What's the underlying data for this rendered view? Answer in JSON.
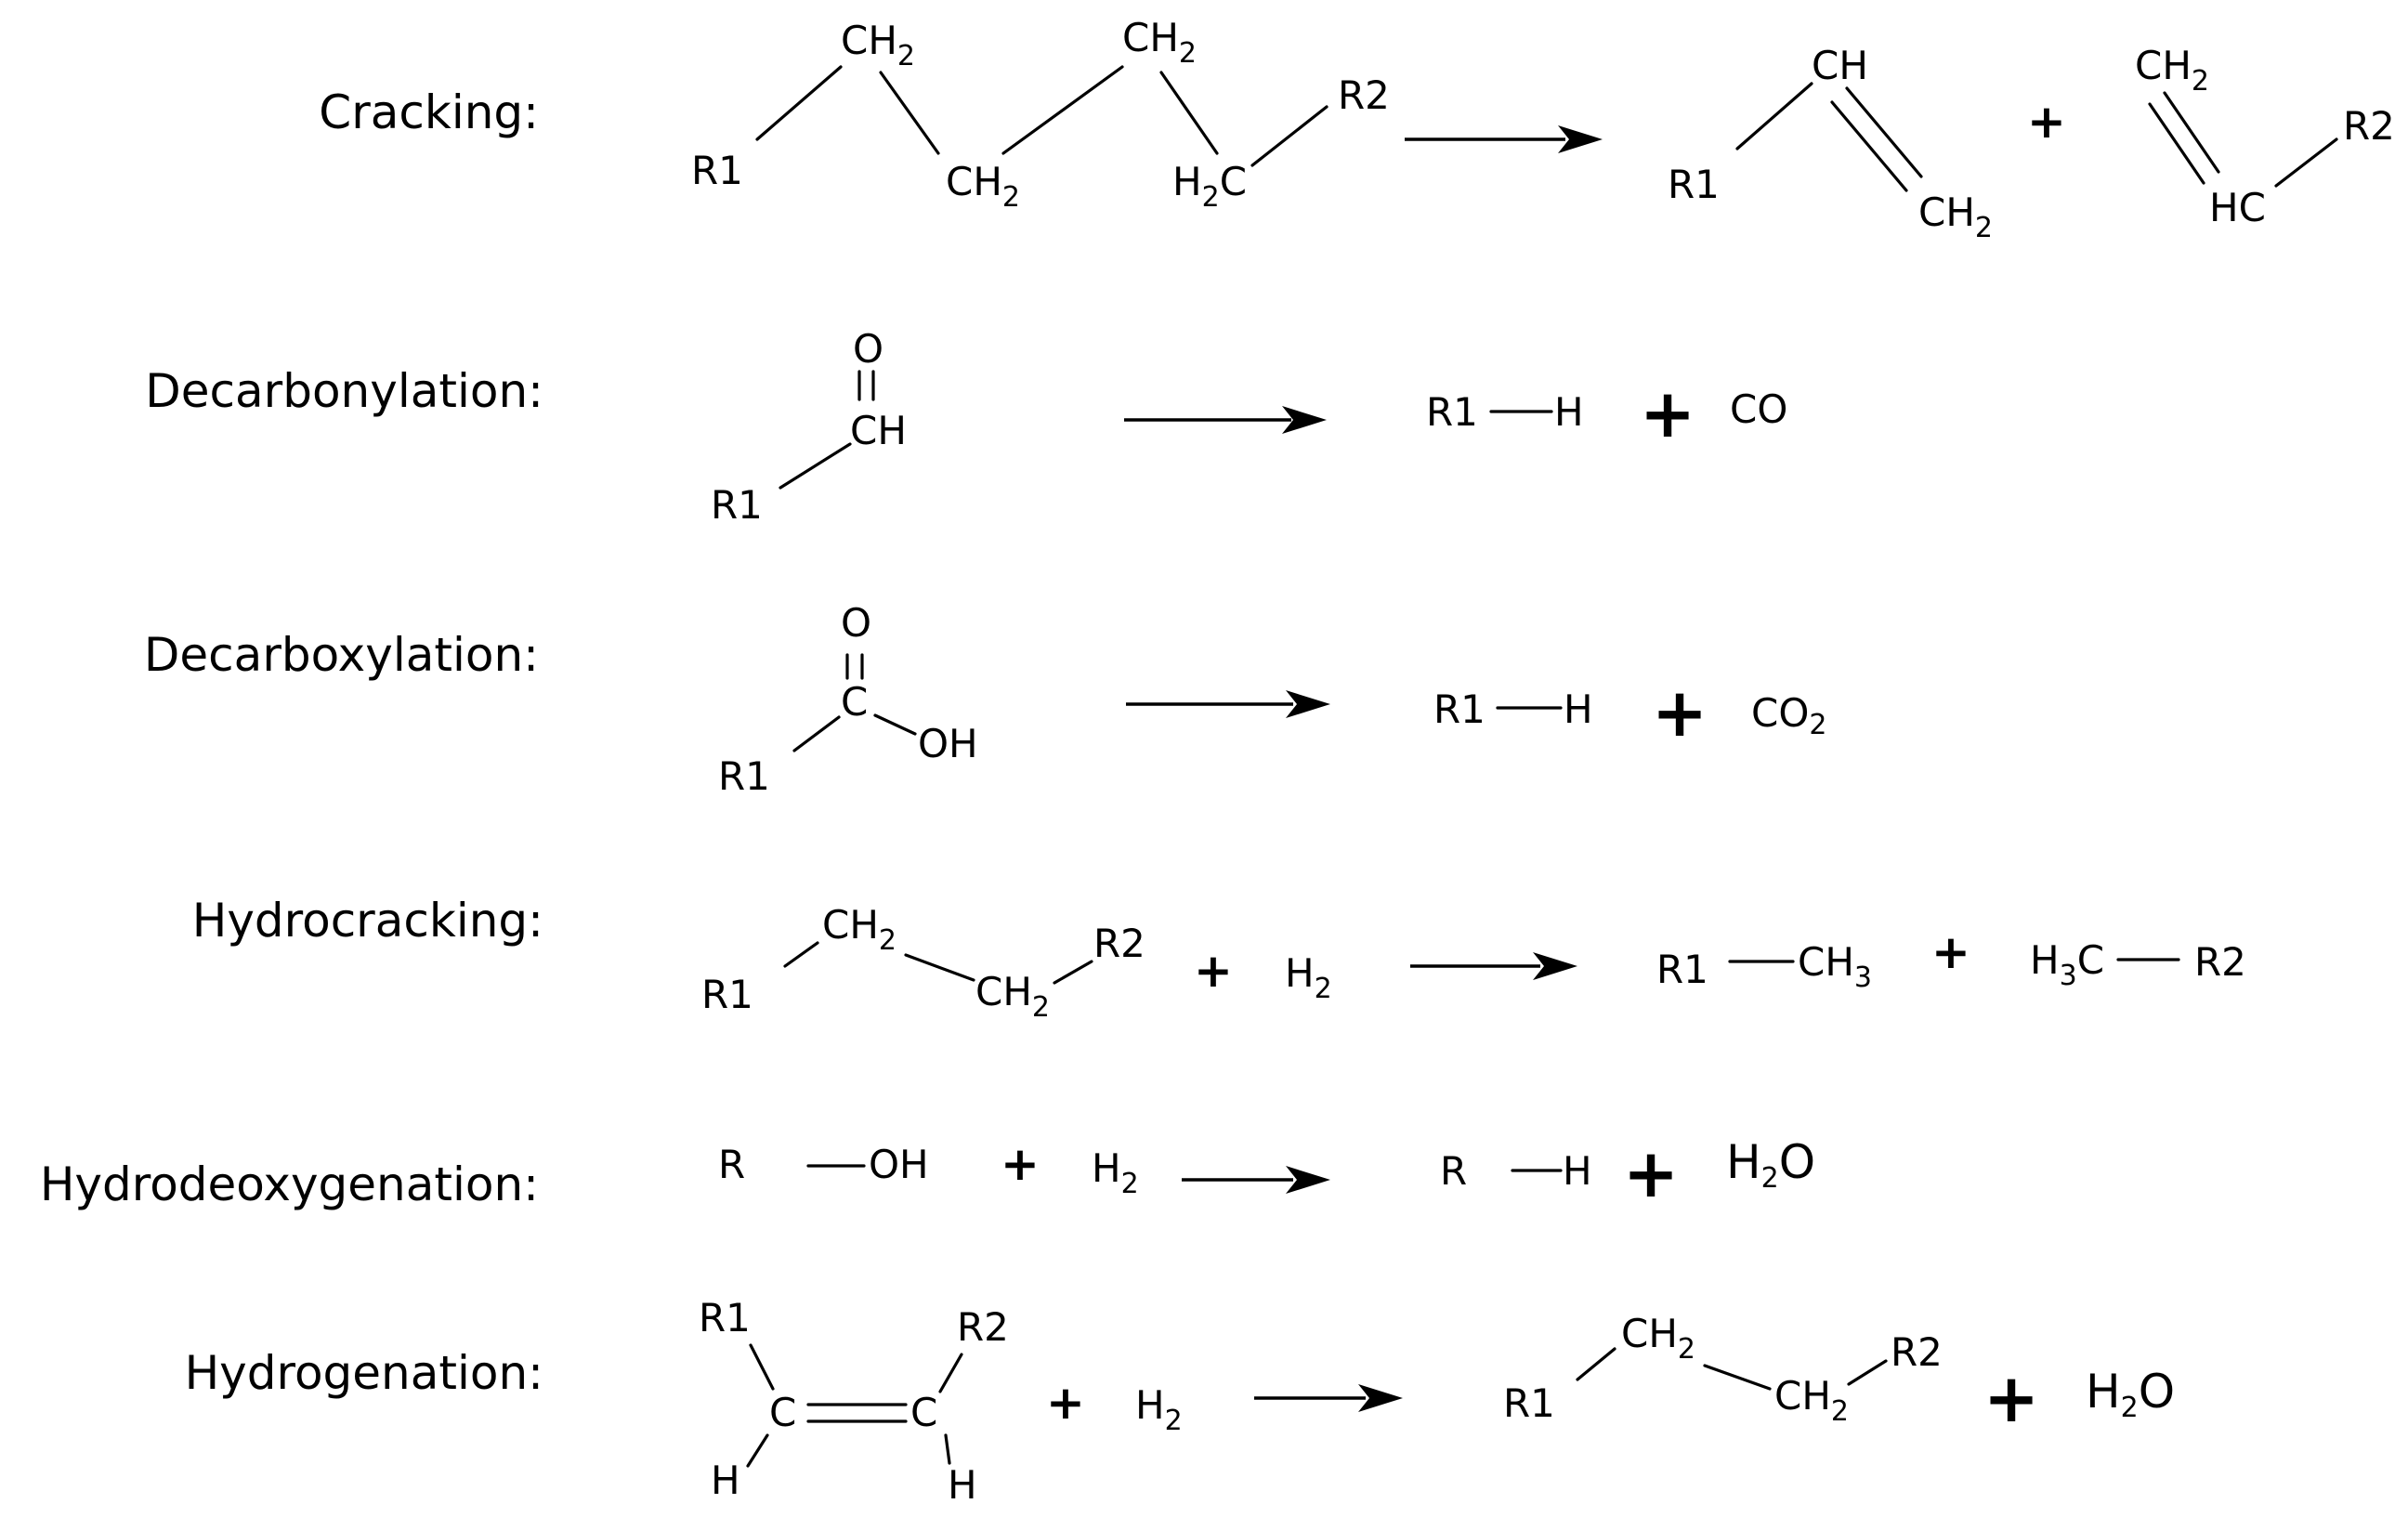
{
  "reactions": {
    "cracking": {
      "label": "Cracking:",
      "r1": "R1",
      "r2": "R2",
      "ch2_a": "CH",
      "ch2_a_sub": "2",
      "ch2_b": "CH",
      "ch2_b_sub": "2",
      "ch2_c": "CH",
      "ch2_c_sub": "2",
      "h2c": "H",
      "h2c_sub": "2",
      "h2c_c": "C",
      "p1_r1": "R1",
      "p1_ch": "CH",
      "p1_ch2": "CH",
      "p1_ch2_sub": "2",
      "plus": "+",
      "p2_ch2": "CH",
      "p2_ch2_sub": "2",
      "p2_hc": "HC",
      "p2_r2": "R2"
    },
    "decarbonylation": {
      "label": "Decarbonylation:",
      "o": "O",
      "ch": "CH",
      "r1": "R1",
      "p_r1": "R1",
      "p_h": "H",
      "plus": "+",
      "co": "CO"
    },
    "decarboxylation": {
      "label": "Decarboxylation:",
      "o": "O",
      "c": "C",
      "oh": "OH",
      "r1": "R1",
      "p_r1": "R1",
      "p_h": "H",
      "plus": "+",
      "co2": "CO",
      "co2_sub": "2"
    },
    "hydrocracking": {
      "label": "Hydrocracking:",
      "r1": "R1",
      "ch2_a": "CH",
      "ch2_a_sub": "2",
      "ch2_b": "CH",
      "ch2_b_sub": "2",
      "r2": "R2",
      "plus1": "+",
      "h2": "H",
      "h2_sub": "2",
      "p1_r1": "R1",
      "p1_ch3": "CH",
      "p1_ch3_sub": "3",
      "plus2": "+",
      "p2_h3c": "H",
      "p2_h3c_sub": "3",
      "p2_h3c_c": "C",
      "p2_r2": "R2"
    },
    "hydrodeoxygenation": {
      "label": "Hydrodeoxygenation:",
      "r": "R",
      "oh": "OH",
      "plus1": "+",
      "h2": "H",
      "h2_sub": "2",
      "p_r": "R",
      "p_h": "H",
      "plus2": "+",
      "h2o": "H",
      "h2o_sub": "2",
      "h2o_o": "O"
    },
    "hydrogenation": {
      "label": "Hydrogenation:",
      "r1": "R1",
      "r2": "R2",
      "c1": "C",
      "c2": "C",
      "h_a": "H",
      "h_b": "H",
      "plus1": "+",
      "h2": "H",
      "h2_sub": "2",
      "p_r1": "R1",
      "p_ch2_a": "CH",
      "p_ch2_a_sub": "2",
      "p_ch2_b": "CH",
      "p_ch2_b_sub": "2",
      "p_r2": "R2",
      "plus2": "+",
      "h2o": "H",
      "h2o_sub": "2",
      "h2o_o": "O"
    }
  }
}
